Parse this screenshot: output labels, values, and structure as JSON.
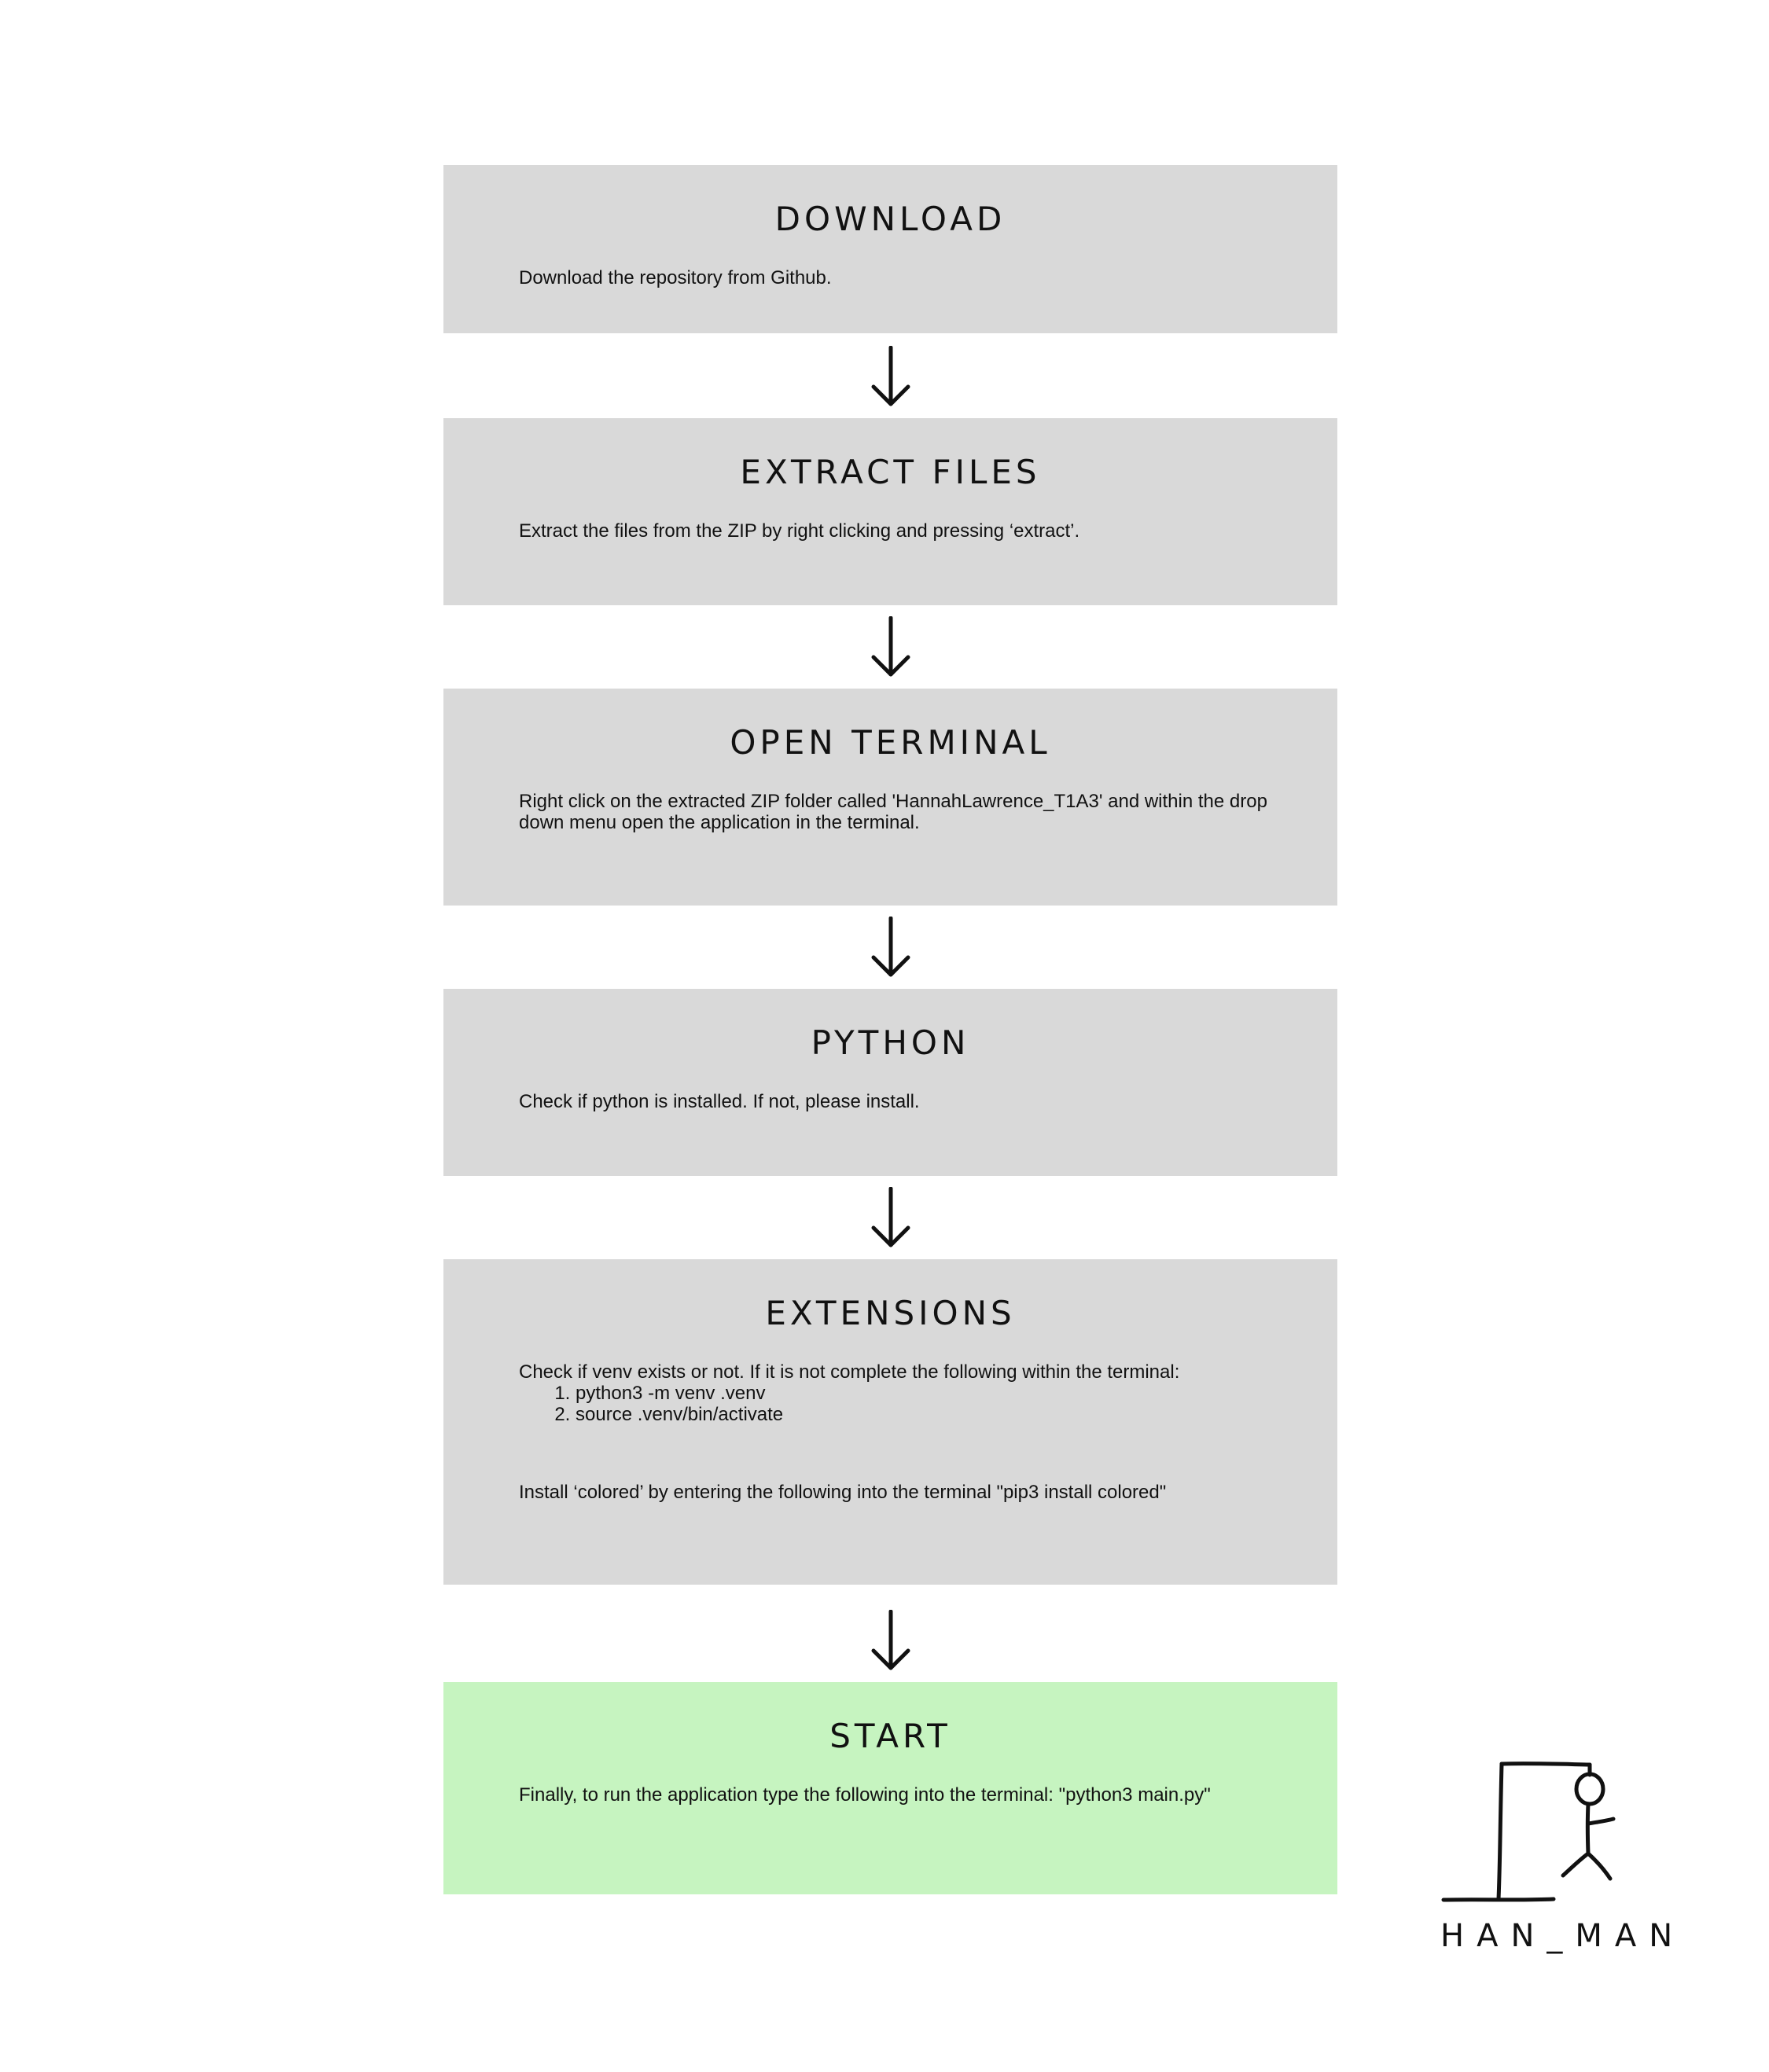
{
  "steps": [
    {
      "title": "DOWNLOAD",
      "lines": [
        "Download the repository from Github."
      ]
    },
    {
      "title": "EXTRACT FILES",
      "lines": [
        "Extract the files from the ZIP by right clicking and pressing ‘extract’."
      ]
    },
    {
      "title": "OPEN TERMINAL",
      "lines": [
        "Right click on the extracted ZIP folder called 'HannahLawrence_T1A3' and within the drop down menu open the application in the terminal."
      ]
    },
    {
      "title": "PYTHON",
      "lines": [
        "Check if python is installed. If not, please install."
      ]
    },
    {
      "title": "EXTENSIONS",
      "intro": "Check if venv exists or not. If it is not complete the following within the terminal:",
      "list": [
        "python3 -m venv .venv",
        "source .venv/bin/activate"
      ],
      "outro": "Install ‘colored’ by entering the following into the terminal \"pip3 install colored\""
    },
    {
      "title": "START",
      "lines": [
        "Finally, to run the application type the following into the terminal: \"python3 main.py\""
      ]
    }
  ],
  "logo": {
    "text": "HAN_MAN",
    "icon": "hangman-icon"
  },
  "colors": {
    "step_background": "#d9d9d9",
    "final_step_background": "#c6f4c0",
    "text": "#111111"
  }
}
